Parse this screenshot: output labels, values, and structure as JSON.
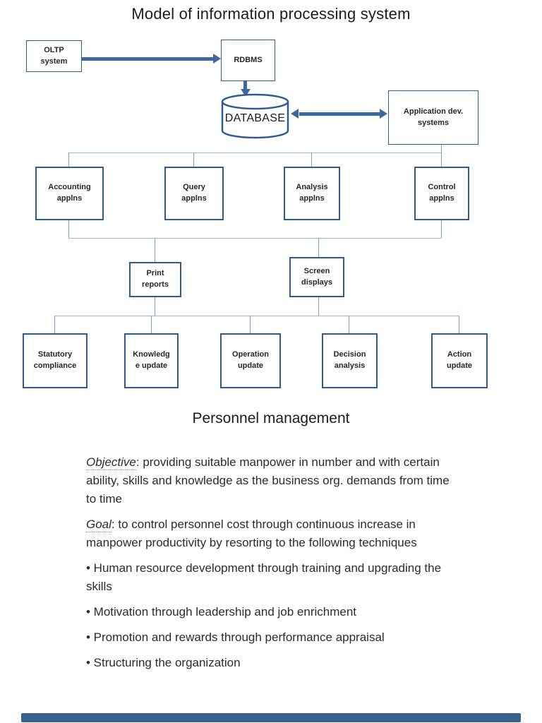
{
  "title": "Model of information processing system",
  "diagram": {
    "oltp": "OLTP\nsystem",
    "rdbms": "RDBMS",
    "database": "DATABASE",
    "appdev": "Application dev.\nsystems",
    "accounting": "Accounting\napplns",
    "query": "Query\napplns",
    "analysis": "Analysis\napplns",
    "control": "Control\napplns",
    "print": "Print\nreports",
    "screen": "Screen\ndisplays",
    "statutory": "Statutory\ncompliance",
    "knowledge": "Knowledg\ne update",
    "operation": "Operation\nupdate",
    "decision": "Decision\nanalysis",
    "action": "Action\nupdate"
  },
  "personnel": {
    "heading": "Personnel management",
    "objective_term": "Objective",
    "objective_rest": ": providing suitable manpower in number and with certain ability, skills and knowledge as the business org. demands from time to time",
    "goal_term": "Goal",
    "goal_rest": ": to control personnel cost through continuous increase in manpower productivity by resorting to the following techniques",
    "bullets": [
      "• Human resource development through training and upgrading the skills",
      "• Motivation through leadership and job enrichment",
      "• Promotion and rewards through performance appraisal",
      "• Structuring the organization"
    ]
  },
  "colors": {
    "box_border": "#2f5b8f",
    "arrow": "#3c68a0",
    "connector_h": "#9cb6d6",
    "connector_v": "#7da0c9",
    "footer_bar": "#3a618e",
    "text": "#262626"
  }
}
